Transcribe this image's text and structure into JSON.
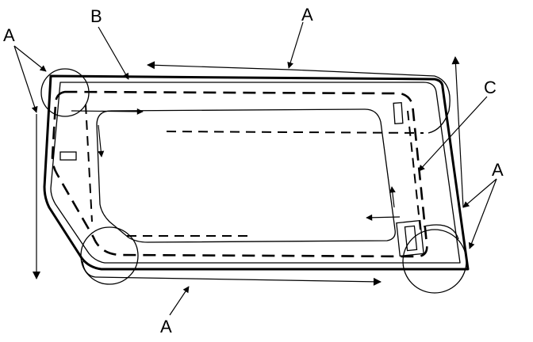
{
  "labels": {
    "a_top": "A",
    "b_top": "B",
    "a_left": "A",
    "c_right": "C",
    "a_right": "A",
    "a_bottom": "A"
  }
}
